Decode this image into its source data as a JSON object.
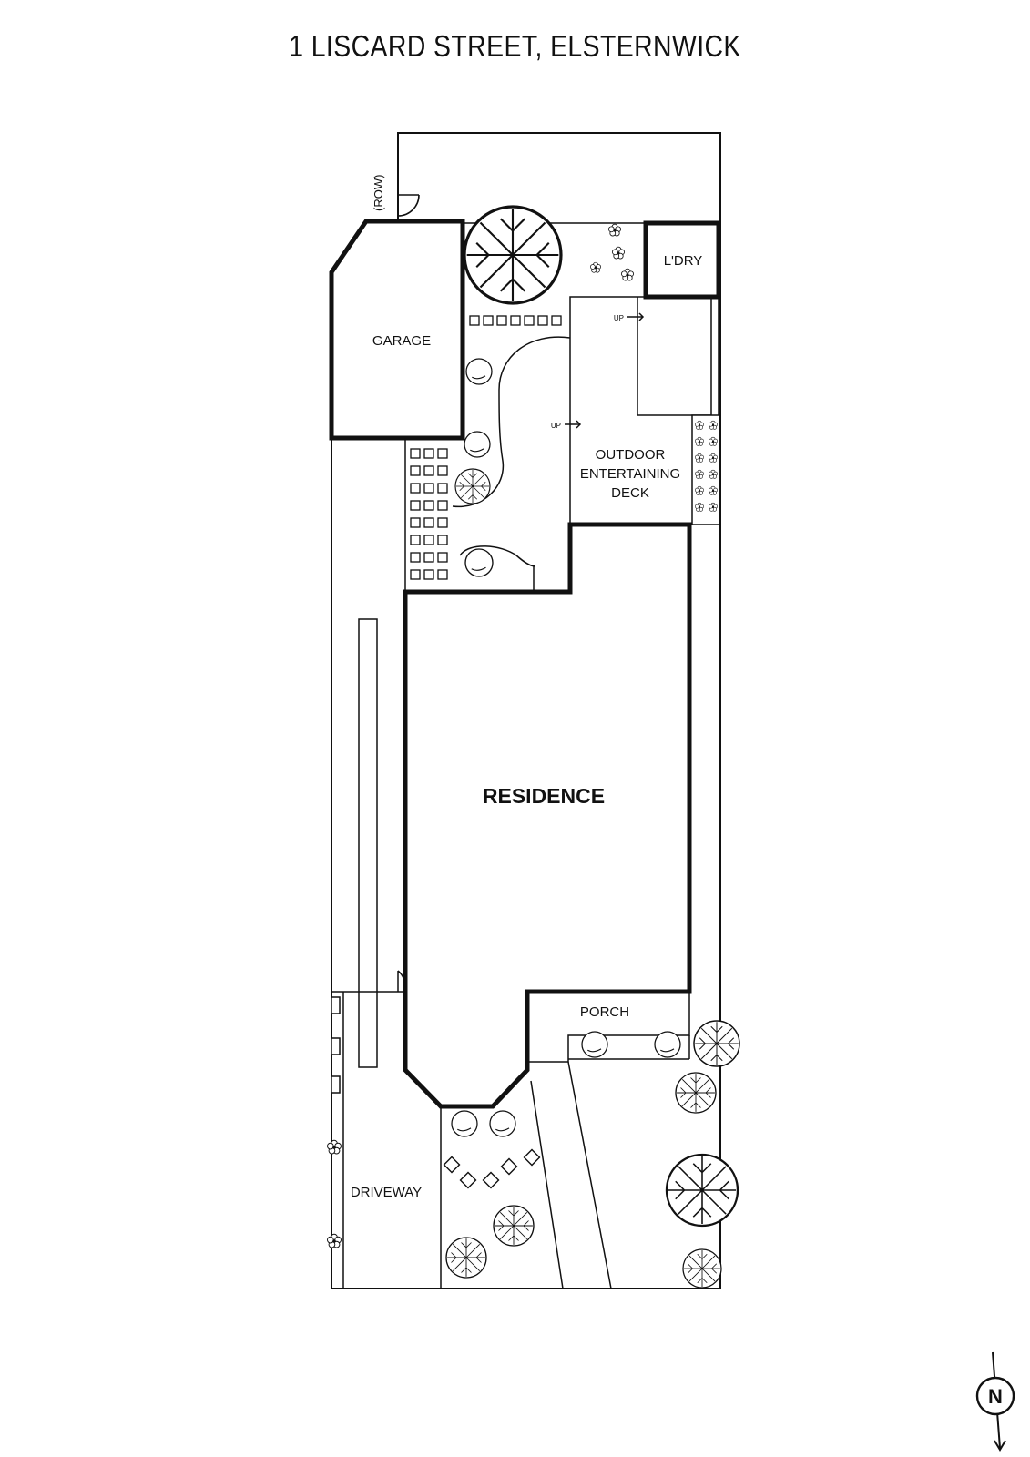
{
  "title": "1 LISCARD STREET, ELSTERNWICK",
  "labels": {
    "row": "(ROW)",
    "garage": "GARAGE",
    "laundry": "L'DRY",
    "deck": [
      "OUTDOOR",
      "ENTERTAINING",
      "DECK"
    ],
    "residence": "RESIDENCE",
    "porch": "PORCH",
    "driveway": "DRIVEWAY",
    "up": "UP",
    "north": "N"
  },
  "icons": [
    "tree-icon",
    "shrub-icon",
    "flower-icon",
    "north-arrow-icon",
    "door-swing-icon"
  ],
  "colors": {
    "line": "#111111",
    "background": "#ffffff",
    "fill": "#f5f5f5"
  }
}
